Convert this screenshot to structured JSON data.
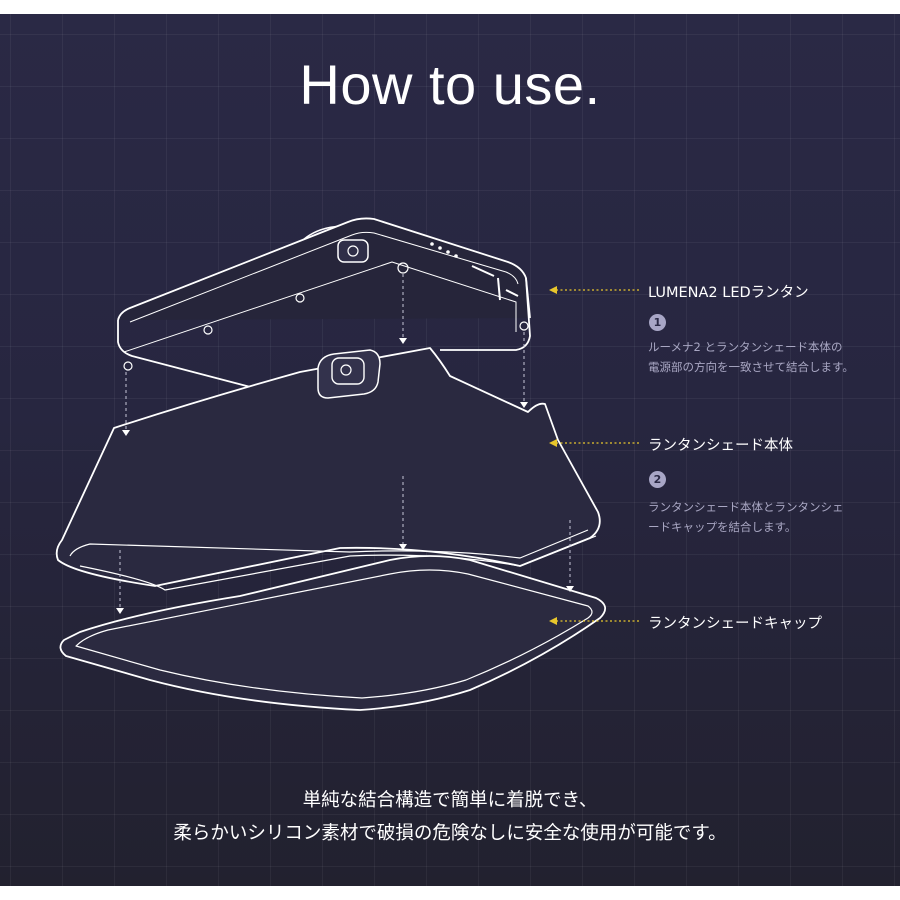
{
  "title": "How to use.",
  "parts": {
    "lantern": "LUMENA2 LEDランタン",
    "shade_body": "ランタンシェード本体",
    "shade_cap": "ランタンシェードキャップ"
  },
  "steps": [
    {
      "number": "1",
      "lines": [
        "ルーメナ2 とランタンシェード本体の",
        "電源部の方向を一致させて結合します。"
      ]
    },
    {
      "number": "2",
      "lines": [
        "ランタンシェード本体とランタンシェ",
        "ードキャップを結合します。"
      ]
    }
  ],
  "caption": [
    "単純な結合構造で簡単に着脱でき、",
    "柔らかいシリコン素材で破損の危険なしに安全な使用が可能です。"
  ],
  "colors": {
    "background": "#272640",
    "leader": "#e8c62c",
    "line_art": "#ffffff",
    "step_text": "#a9a7c3"
  }
}
